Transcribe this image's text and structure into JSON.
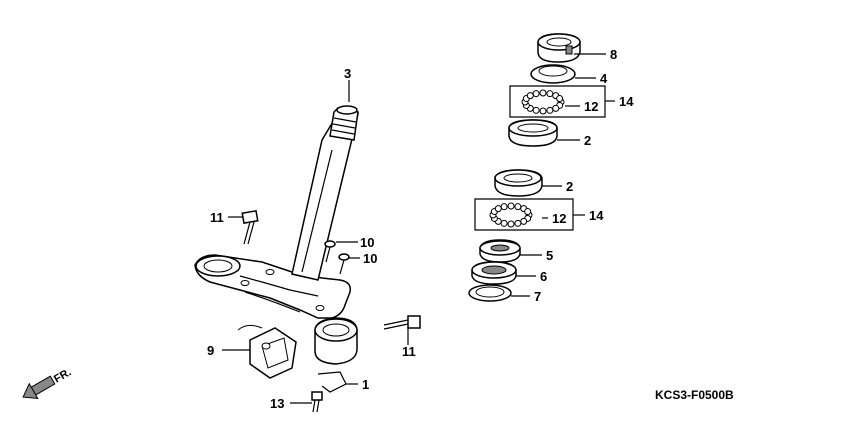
{
  "diagram": {
    "code": "KCS3-F0500B",
    "direction_label": "FR.",
    "callouts": [
      {
        "id": "c3",
        "num": "3"
      },
      {
        "id": "c8",
        "num": "8"
      },
      {
        "id": "c4",
        "num": "4"
      },
      {
        "id": "c12a",
        "num": "12"
      },
      {
        "id": "c14a",
        "num": "14"
      },
      {
        "id": "c2a",
        "num": "2"
      },
      {
        "id": "c2b",
        "num": "2"
      },
      {
        "id": "c12b",
        "num": "12"
      },
      {
        "id": "c14b",
        "num": "14"
      },
      {
        "id": "c5",
        "num": "5"
      },
      {
        "id": "c6",
        "num": "6"
      },
      {
        "id": "c7",
        "num": "7"
      },
      {
        "id": "c11a",
        "num": "11"
      },
      {
        "id": "c10a",
        "num": "10"
      },
      {
        "id": "c10b",
        "num": "10"
      },
      {
        "id": "c11b",
        "num": "11"
      },
      {
        "id": "c9",
        "num": "9"
      },
      {
        "id": "c1",
        "num": "1"
      },
      {
        "id": "c13",
        "num": "13"
      }
    ]
  }
}
